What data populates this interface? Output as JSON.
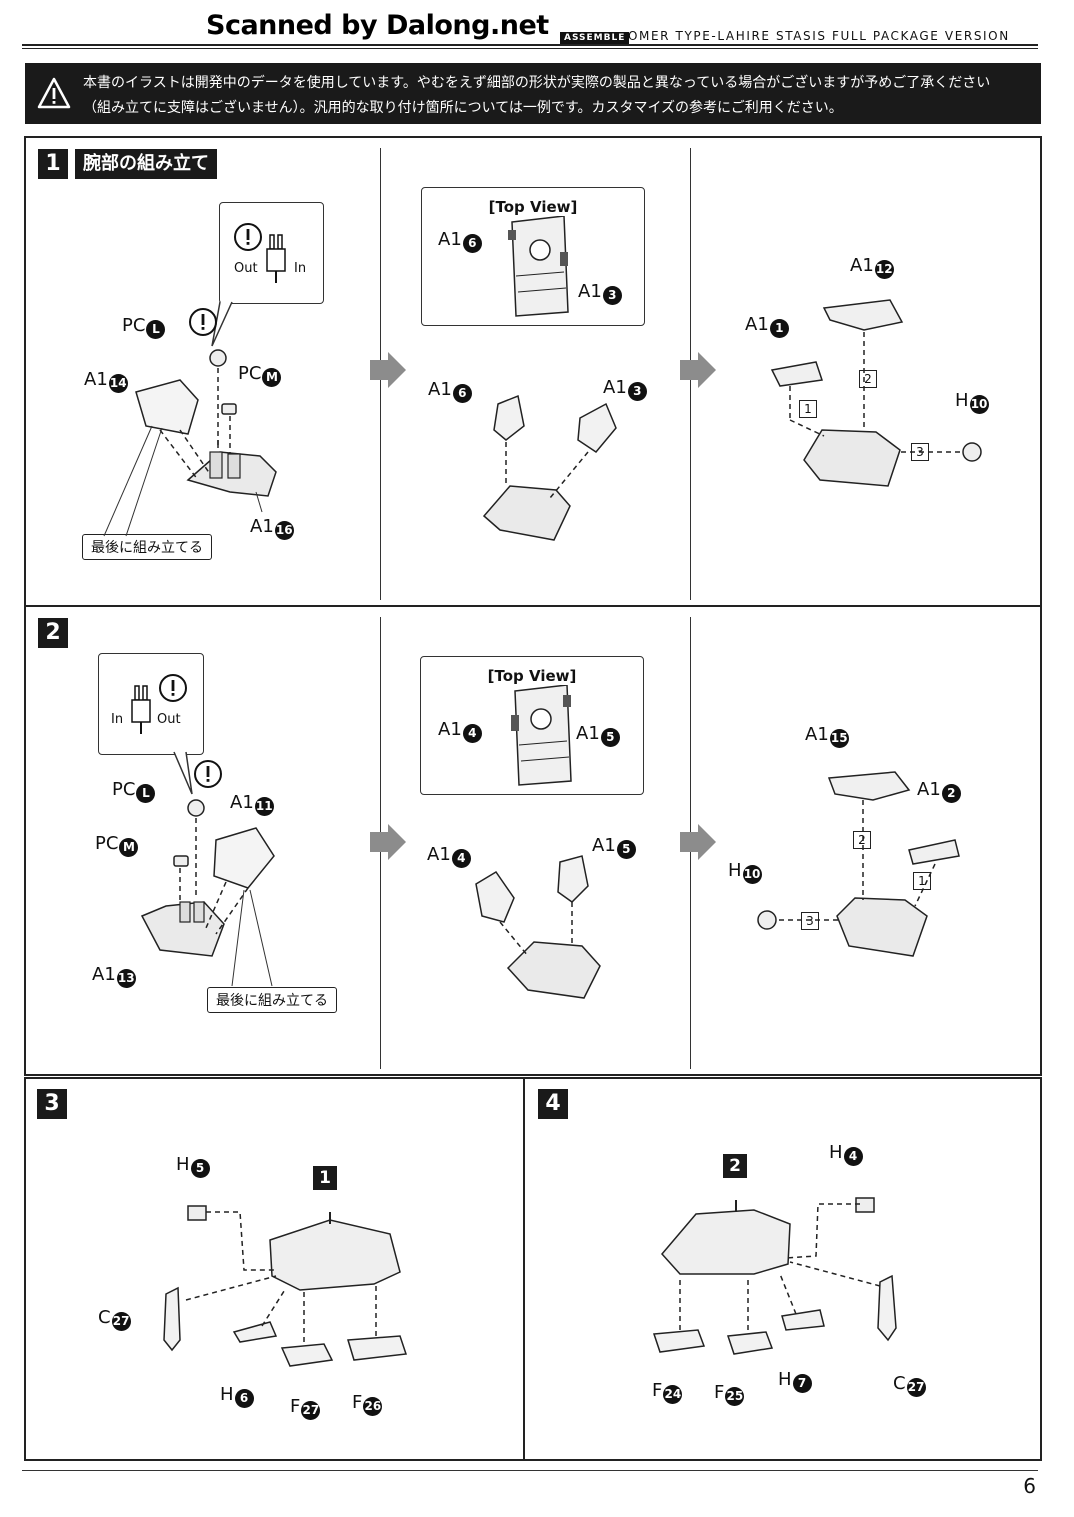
{
  "header": {
    "watermark": "Scanned by Dalong.net",
    "badge": "ASSEMBLE",
    "title": "OMER TYPE-LAHIRE STASIS FULL PACKAGE VERSION"
  },
  "notice": {
    "line1": "本書のイラストは開発中のデータを使用しています。やむをえず細部の形状が実際の製品と異なっている場合がございますが予めご了承ください",
    "line2": "（組み立てに支障はございません）。汎用的な取り付け箇所については一例です。カスタマイズの参考にご利用ください。",
    "icon": "warning-icon"
  },
  "step1": {
    "num": "1",
    "title": "腕部の組み立て",
    "callout": {
      "out": "Out",
      "in": "In"
    },
    "panel1": {
      "pc_l": {
        "prefix": "PC",
        "code": "L"
      },
      "pc_m": {
        "prefix": "PC",
        "code": "M"
      },
      "a1_14": {
        "prefix": "A1",
        "code": "14"
      },
      "a1_16": {
        "prefix": "A1",
        "code": "16"
      },
      "note": "最後に組み立てる"
    },
    "panel2": {
      "topview": "[Top View]",
      "tv_a1_6": {
        "prefix": "A1",
        "code": "6"
      },
      "tv_a1_3": {
        "prefix": "A1",
        "code": "3"
      },
      "a1_6": {
        "prefix": "A1",
        "code": "6"
      },
      "a1_3": {
        "prefix": "A1",
        "code": "3"
      }
    },
    "panel3": {
      "a1_12": {
        "prefix": "A1",
        "code": "12"
      },
      "a1_1": {
        "prefix": "A1",
        "code": "1"
      },
      "h_10": {
        "prefix": "H",
        "code": "10"
      },
      "seq": [
        "1",
        "2",
        "3"
      ]
    }
  },
  "step2": {
    "num": "2",
    "callout": {
      "in": "In",
      "out": "Out"
    },
    "panel1": {
      "pc_l": {
        "prefix": "PC",
        "code": "L"
      },
      "pc_m": {
        "prefix": "PC",
        "code": "M"
      },
      "a1_11": {
        "prefix": "A1",
        "code": "11"
      },
      "a1_13": {
        "prefix": "A1",
        "code": "13"
      },
      "note": "最後に組み立てる"
    },
    "panel2": {
      "topview": "[Top View]",
      "tv_a1_4": {
        "prefix": "A1",
        "code": "4"
      },
      "tv_a1_5": {
        "prefix": "A1",
        "code": "5"
      },
      "a1_4": {
        "prefix": "A1",
        "code": "4"
      },
      "a1_5": {
        "prefix": "A1",
        "code": "5"
      }
    },
    "panel3": {
      "a1_15": {
        "prefix": "A1",
        "code": "15"
      },
      "a1_2": {
        "prefix": "A1",
        "code": "2"
      },
      "h_10": {
        "prefix": "H",
        "code": "10"
      },
      "seq": [
        "1",
        "2",
        "3"
      ]
    }
  },
  "step3": {
    "num": "3",
    "ref": "1",
    "h_5": {
      "prefix": "H",
      "code": "5"
    },
    "c_27": {
      "prefix": "C",
      "code": "27"
    },
    "h_6": {
      "prefix": "H",
      "code": "6"
    },
    "f_27": {
      "prefix": "F",
      "code": "27"
    },
    "f_26": {
      "prefix": "F",
      "code": "26"
    }
  },
  "step4": {
    "num": "4",
    "ref": "2",
    "h_4": {
      "prefix": "H",
      "code": "4"
    },
    "f_24": {
      "prefix": "F",
      "code": "24"
    },
    "f_25": {
      "prefix": "F",
      "code": "25"
    },
    "h_7": {
      "prefix": "H",
      "code": "7"
    },
    "c_27": {
      "prefix": "C",
      "code": "27"
    }
  },
  "footer": {
    "page": "6"
  }
}
